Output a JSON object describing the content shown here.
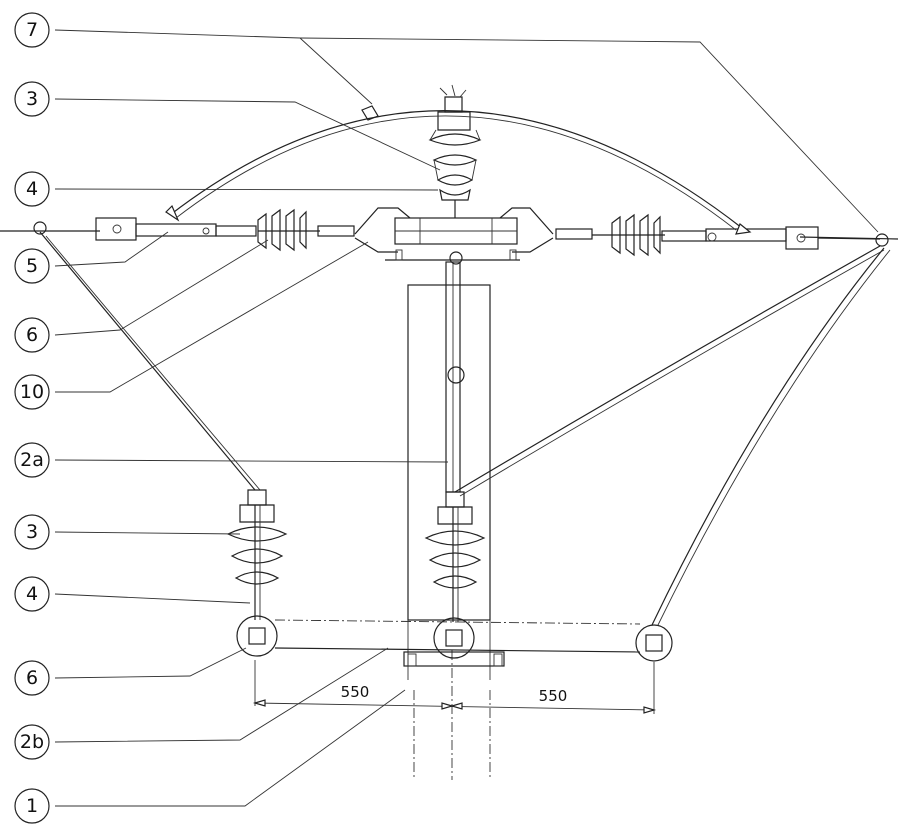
{
  "callouts": [
    {
      "label": "7"
    },
    {
      "label": "3"
    },
    {
      "label": "4"
    },
    {
      "label": "5"
    },
    {
      "label": "6"
    },
    {
      "label": "10"
    },
    {
      "label": "2a"
    },
    {
      "label": "3"
    },
    {
      "label": "4"
    },
    {
      "label": "6"
    },
    {
      "label": "2b"
    },
    {
      "label": "1"
    }
  ],
  "dimensions": {
    "left_span": "550",
    "right_span": "550"
  },
  "colors": {
    "line": "#222222",
    "background": "#ffffff"
  }
}
